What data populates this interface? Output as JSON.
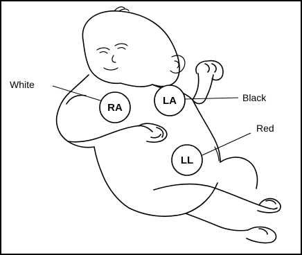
{
  "electrodes": {
    "right_arm": {
      "code": "RA",
      "wire_color": "White"
    },
    "left_arm": {
      "code": "LA",
      "wire_color": "Black"
    },
    "left_leg": {
      "code": "LL",
      "wire_color": "Red"
    }
  }
}
